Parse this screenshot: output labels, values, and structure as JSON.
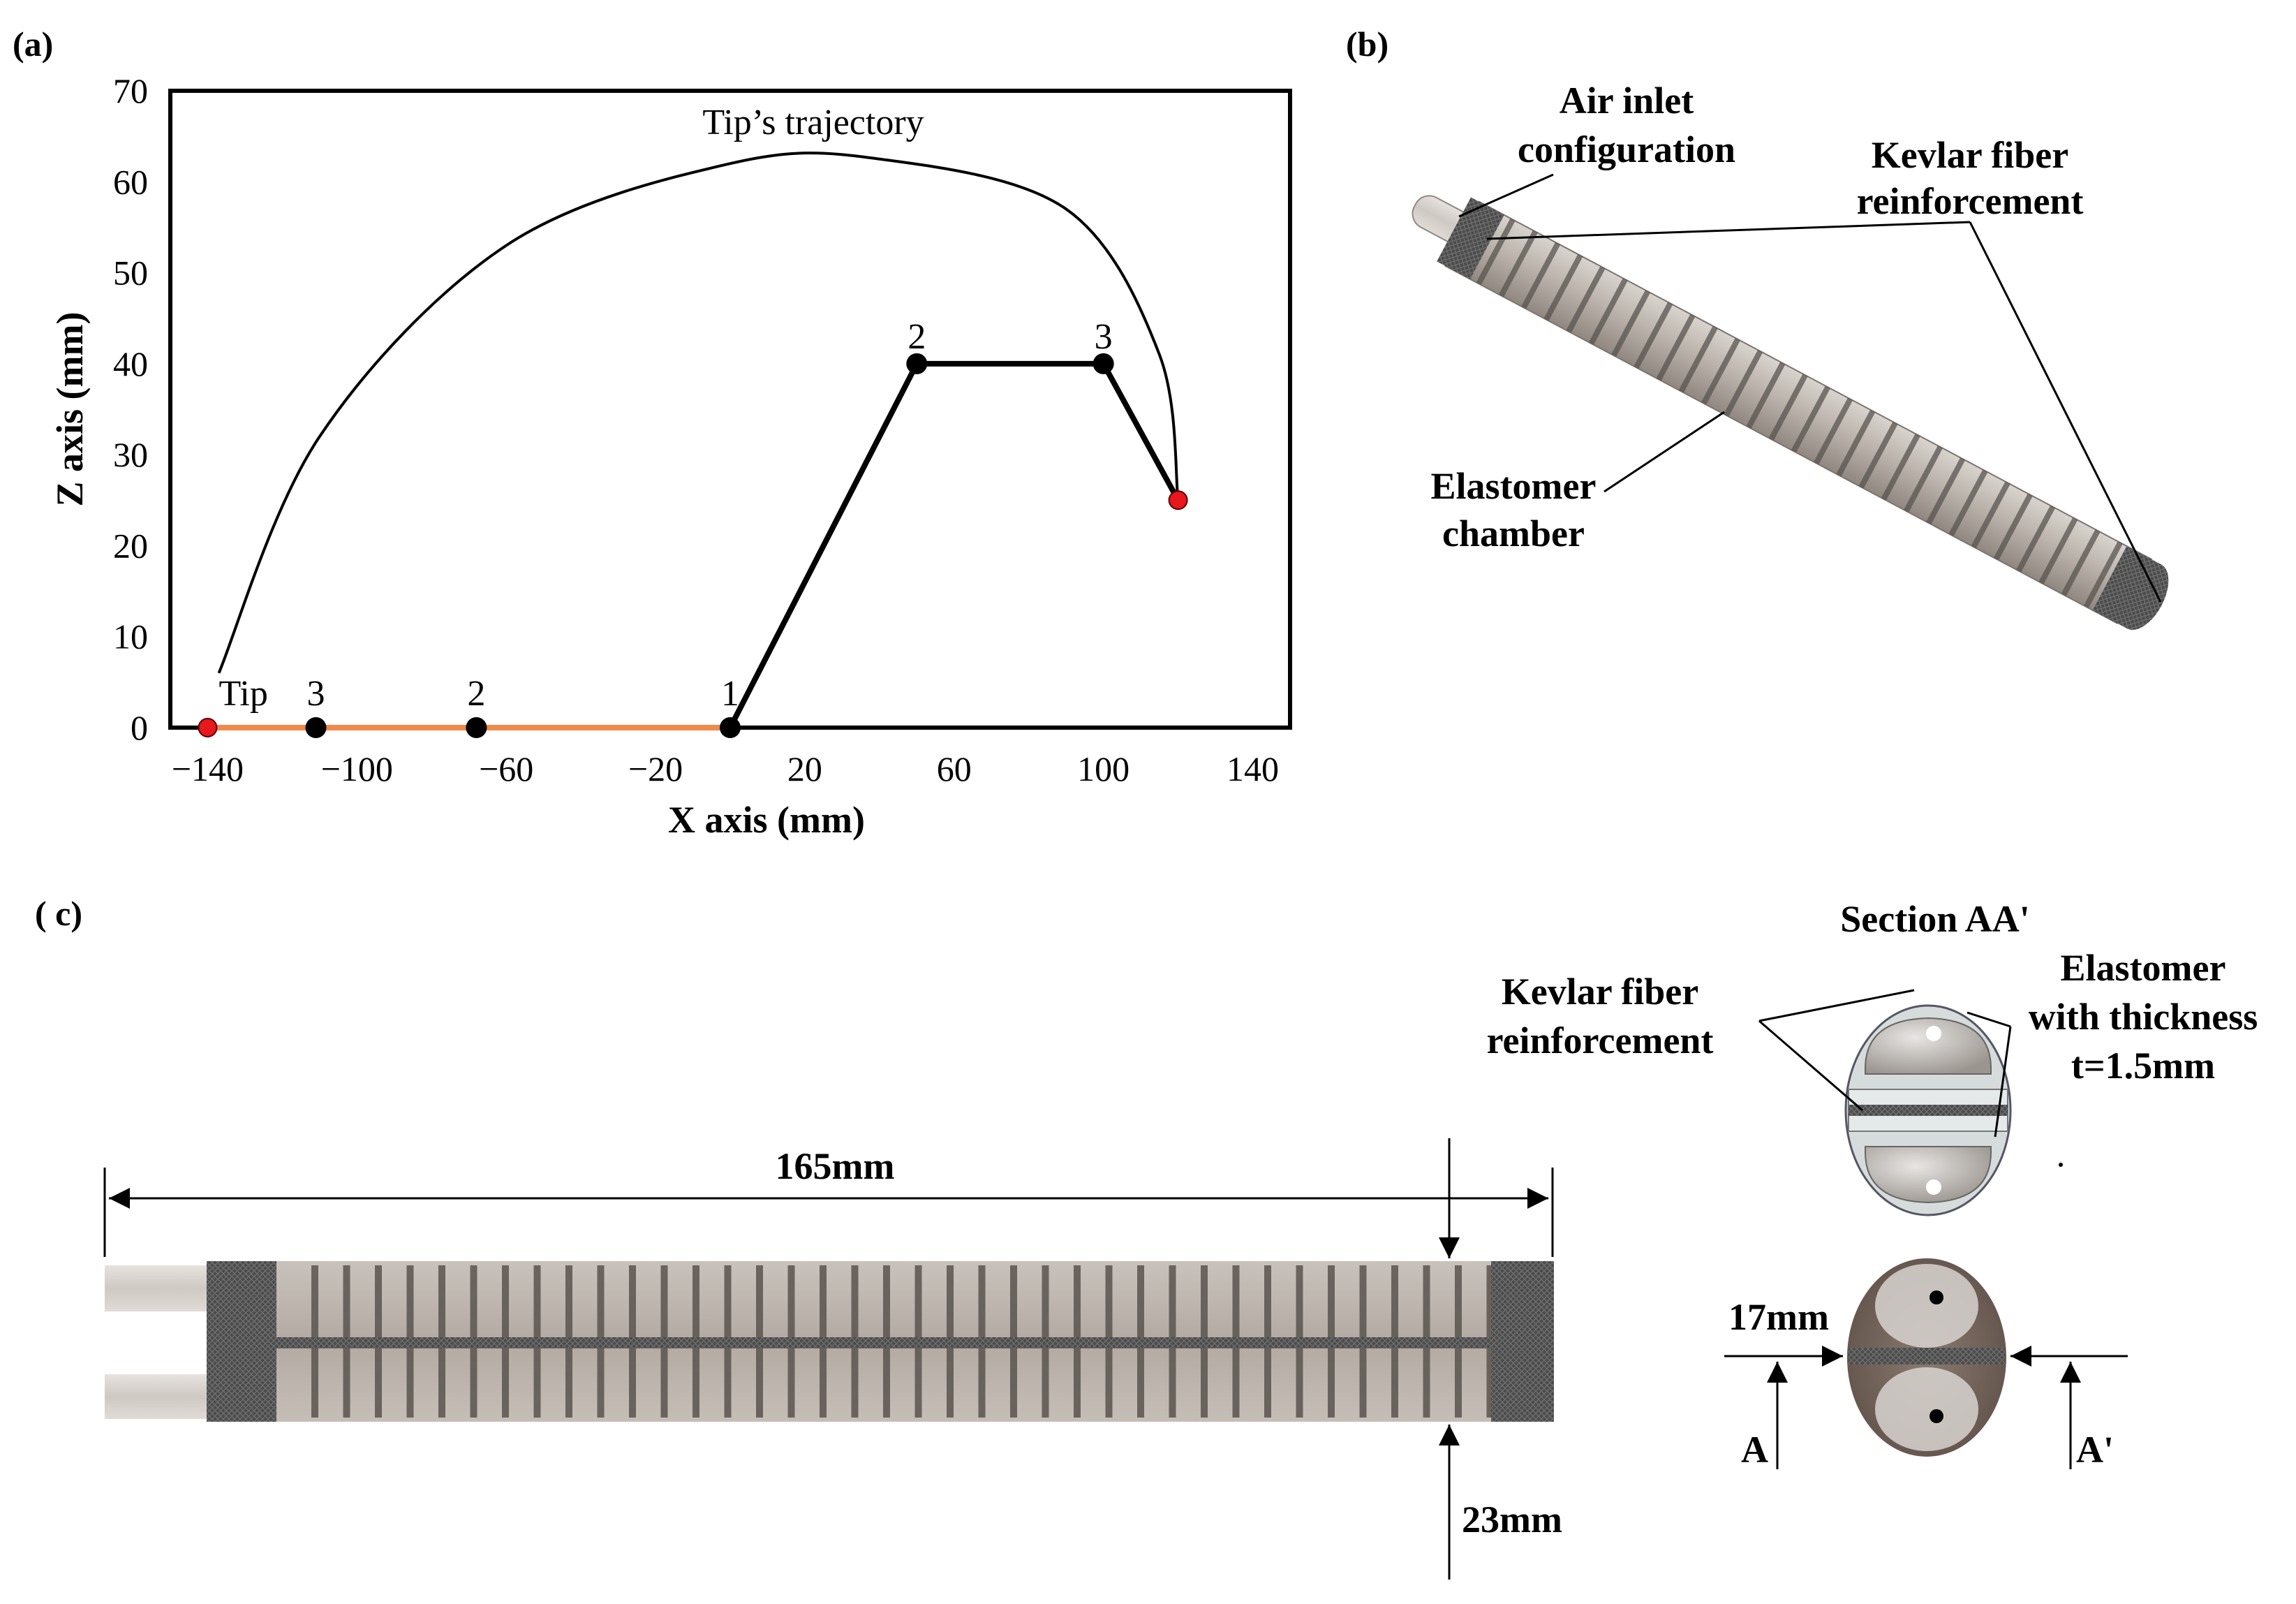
{
  "panels": {
    "a": "(a)",
    "b": "(b)",
    "c": "( c)"
  },
  "chart_data": {
    "type": "line",
    "xlabel": "X axis (mm)",
    "ylabel": "Z axis (mm)",
    "xlim": [
      -150,
      150
    ],
    "ylim": [
      0,
      70
    ],
    "xticks": [
      "−140",
      "−100",
      "−60",
      "−20",
      "20",
      "60",
      "100",
      "140"
    ],
    "xtick_values": [
      -140,
      -100,
      -60,
      -20,
      20,
      60,
      100,
      140
    ],
    "yticks": [
      "0",
      "10",
      "20",
      "30",
      "40",
      "50",
      "60",
      "70"
    ],
    "ytick_values": [
      0,
      10,
      20,
      30,
      40,
      50,
      60,
      70
    ],
    "grid": false,
    "series": [
      {
        "role": "initial",
        "color": "#f0894a",
        "points": [
          [
            -140,
            0
          ],
          [
            -111,
            0
          ],
          [
            -68,
            0
          ],
          [
            0,
            0
          ]
        ],
        "labels": [
          "Tip",
          "3",
          "2",
          "1"
        ]
      },
      {
        "role": "deformed",
        "color": "#000000",
        "points": [
          [
            0,
            0
          ],
          [
            50,
            40
          ],
          [
            100,
            40
          ],
          [
            120,
            25
          ]
        ],
        "labels": [
          "1",
          "2",
          "3",
          ""
        ]
      },
      {
        "role": "trajectory",
        "color": "#000000",
        "points": [
          [
            -137,
            6
          ],
          [
            -110,
            32
          ],
          [
            -60,
            53
          ],
          [
            0,
            62
          ],
          [
            40,
            62.5
          ],
          [
            90,
            57
          ],
          [
            115,
            41
          ],
          [
            120,
            25
          ]
        ]
      }
    ],
    "annotations": {
      "trajectory": "Tip’s trajectory",
      "tip": "Tip"
    }
  },
  "diagram_b": {
    "air_inlet": [
      "Air inlet",
      "configuration"
    ],
    "kevlar": [
      "Kevlar fiber",
      "reinforcement"
    ],
    "elastomer": [
      "Elastomer",
      "chamber"
    ]
  },
  "diagram_c": {
    "length": "165mm",
    "width": "23mm",
    "section_title": "Section AA'",
    "kevlar": [
      "Kevlar fiber",
      "reinforcement"
    ],
    "elastomer": [
      "Elastomer",
      "with thickness",
      "t=1.5mm"
    ],
    "end_width": "17mm",
    "section_a": "A",
    "section_a_prime": "A'"
  },
  "colors": {
    "initial_line": "#f0894a",
    "tip_marker": "#e8181c",
    "elastomer": "#b7aea6",
    "kevlar": "#4a4a4a"
  }
}
